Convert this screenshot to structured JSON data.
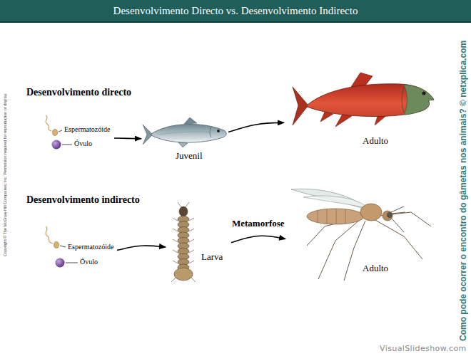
{
  "diagram": {
    "title": "Desenvolvimento Directo vs. Desenvolvimento Indirecto",
    "nodes": [
      {
        "text": [
          "Desenvolvimento directo"
        ]
      },
      {
        "text": [
          "Espermatozóide",
          "Óvulo"
        ],
        "in": 0
      },
      {
        "text": [
          "Juvenil"
        ],
        "in": 0
      },
      {
        "text": [
          "Adulto"
        ],
        "in": 0
      },
      {
        "text": [
          "Desenvolvimento indirecto"
        ]
      },
      {
        "text": [
          "Espermatozóide",
          "Óvulo"
        ],
        "in": 4
      },
      {
        "text": [
          "Larva"
        ],
        "in": 4
      },
      {
        "text": [
          "Adulto"
        ],
        "in": 4
      }
    ],
    "edges": [
      {
        "from": 1,
        "to": 2,
        "arrow": "to"
      },
      {
        "from": 2,
        "to": 3,
        "arrow": "to"
      },
      {
        "from": 5,
        "to": 6,
        "arrow": "to"
      },
      {
        "from": 6,
        "to": 7,
        "label": "Metamorfose",
        "arrow": "to"
      }
    ],
    "labels": [
      "Copyright © The McGraw-Hill Companies, Inc. Permission required for reproduction or display.",
      "Como pode ocorrer o encontro do gâmetas nos animais? © netxplica.com",
      "VisualSlideshow.com"
    ]
  }
}
